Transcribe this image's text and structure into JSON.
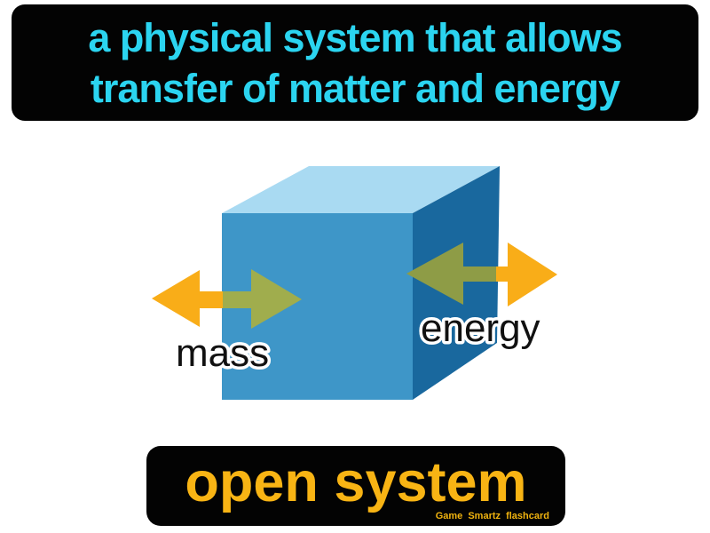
{
  "definition_banner": {
    "line1": "a physical system that allows",
    "line2": "transfer of matter and energy",
    "text_color": "#2bd4f0",
    "background": "#030303"
  },
  "diagram": {
    "cube": {
      "top_color": "#a9daf2",
      "front_color": "#3e96c8",
      "side_color": "#19689e"
    },
    "arrows": {
      "gold": "#f9ad18",
      "olive_on_front": "#a0ad4d",
      "olive_on_side": "#8e9c46"
    },
    "labels": {
      "mass": "mass",
      "energy": "energy"
    }
  },
  "term_banner": {
    "term": "open system",
    "credit": "Game Smartz  flashcard",
    "term_color": "#f8b414",
    "background": "#030303"
  }
}
